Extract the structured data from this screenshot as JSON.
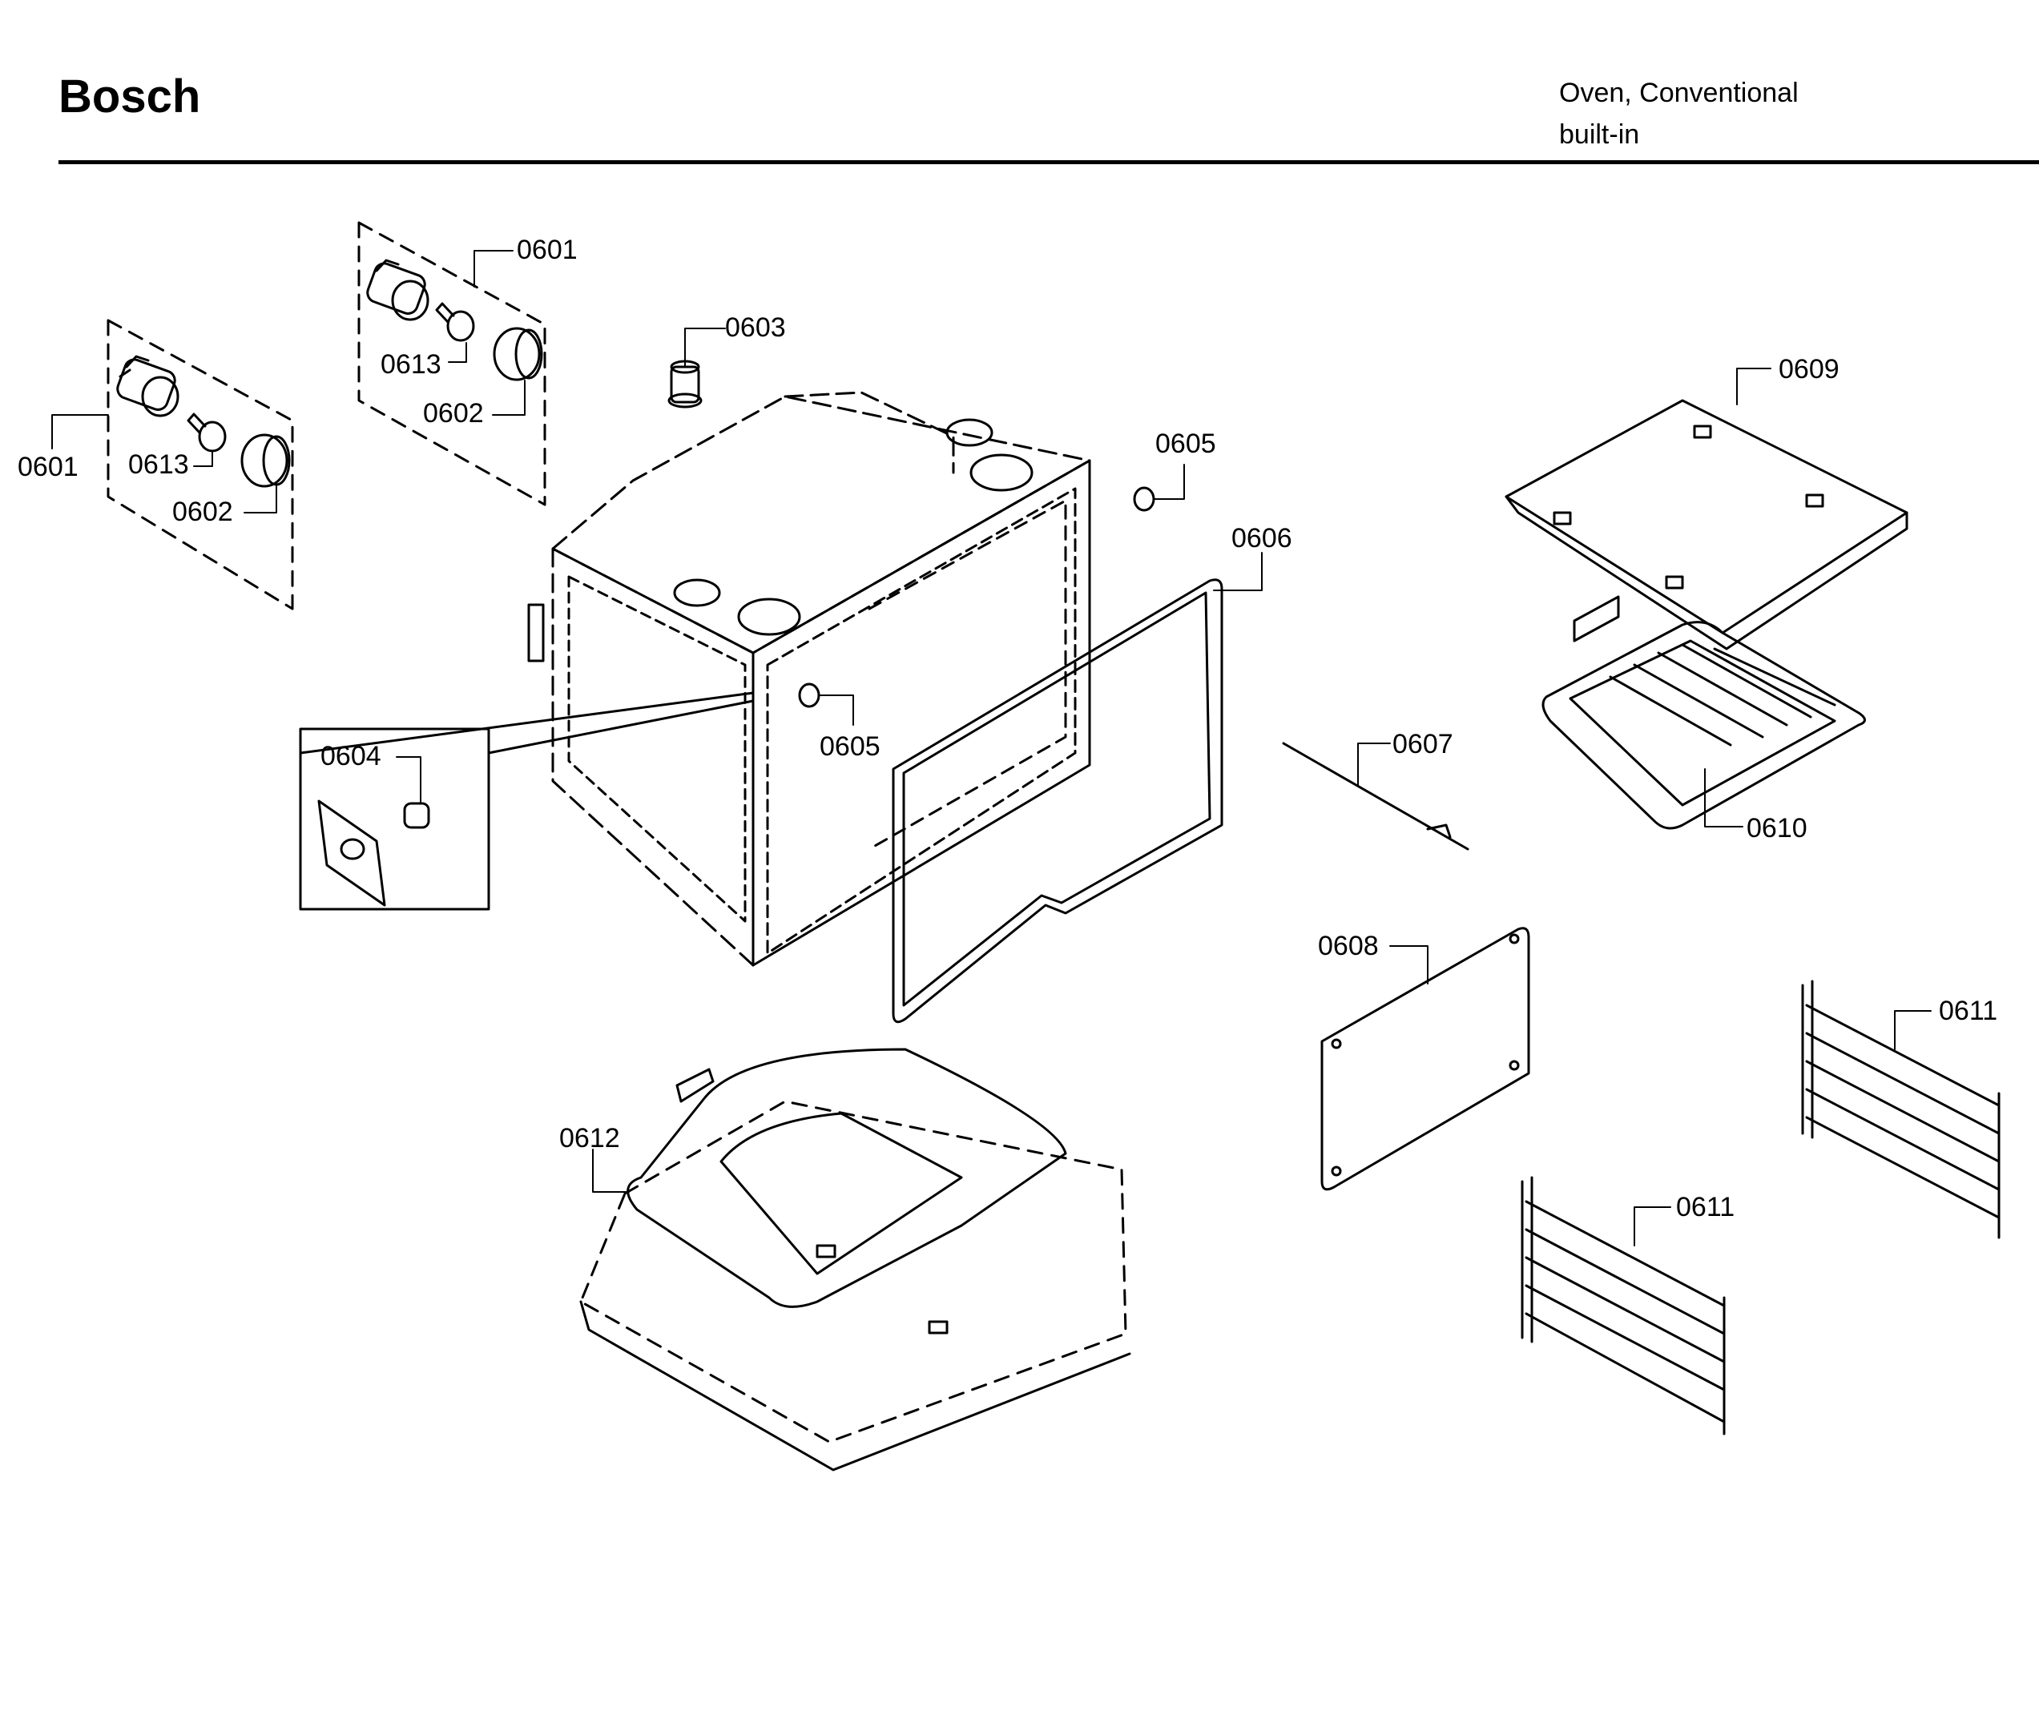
{
  "header": {
    "brand": "Bosch",
    "product_line1": "Oven, Conventional",
    "product_line2": "built-in"
  },
  "callouts": [
    {
      "id": "c-0601-a",
      "text": "0601"
    },
    {
      "id": "c-0613-a",
      "text": "0613"
    },
    {
      "id": "c-0602-a",
      "text": "0602"
    },
    {
      "id": "c-0601-b",
      "text": "0601"
    },
    {
      "id": "c-0613-b",
      "text": "0613"
    },
    {
      "id": "c-0602-b",
      "text": "0602"
    },
    {
      "id": "c-0603",
      "text": "0603"
    },
    {
      "id": "c-0605-a",
      "text": "0605"
    },
    {
      "id": "c-0605-b",
      "text": "0605"
    },
    {
      "id": "c-0604",
      "text": "0604"
    },
    {
      "id": "c-0606",
      "text": "0606"
    },
    {
      "id": "c-0607",
      "text": "0607"
    },
    {
      "id": "c-0609",
      "text": "0609"
    },
    {
      "id": "c-0610",
      "text": "0610"
    },
    {
      "id": "c-0608",
      "text": "0608"
    },
    {
      "id": "c-0611-a",
      "text": "0611"
    },
    {
      "id": "c-0611-b",
      "text": "0611"
    },
    {
      "id": "c-0612",
      "text": "0612"
    }
  ]
}
